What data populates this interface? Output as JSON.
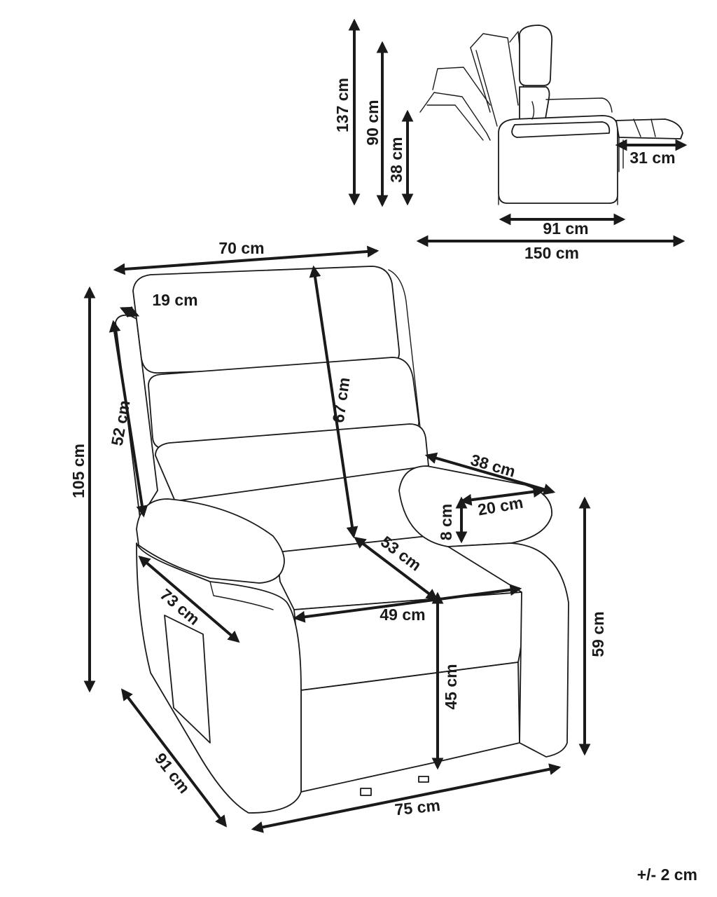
{
  "dimensions": {
    "total_height_reclined": "137 cm",
    "back_height_side": "90 cm",
    "seat_height_side": "38 cm",
    "footrest_length": "31 cm",
    "depth_upright": "91 cm",
    "depth_reclined": "150 cm",
    "width_top": "70 cm",
    "headrest_depth": "19 cm",
    "back_side_height": "52 cm",
    "total_height": "105 cm",
    "backrest_height": "67 cm",
    "armrest_length": "38 cm",
    "armrest_width": "20 cm",
    "armrest_thickness": "8 cm",
    "seat_depth": "53 cm",
    "seat_width": "49 cm",
    "side_depth": "73 cm",
    "arm_height": "59 cm",
    "seat_height": "45 cm",
    "total_depth": "91 cm",
    "total_width": "75 cm"
  },
  "tolerance": "+/- 2 cm"
}
